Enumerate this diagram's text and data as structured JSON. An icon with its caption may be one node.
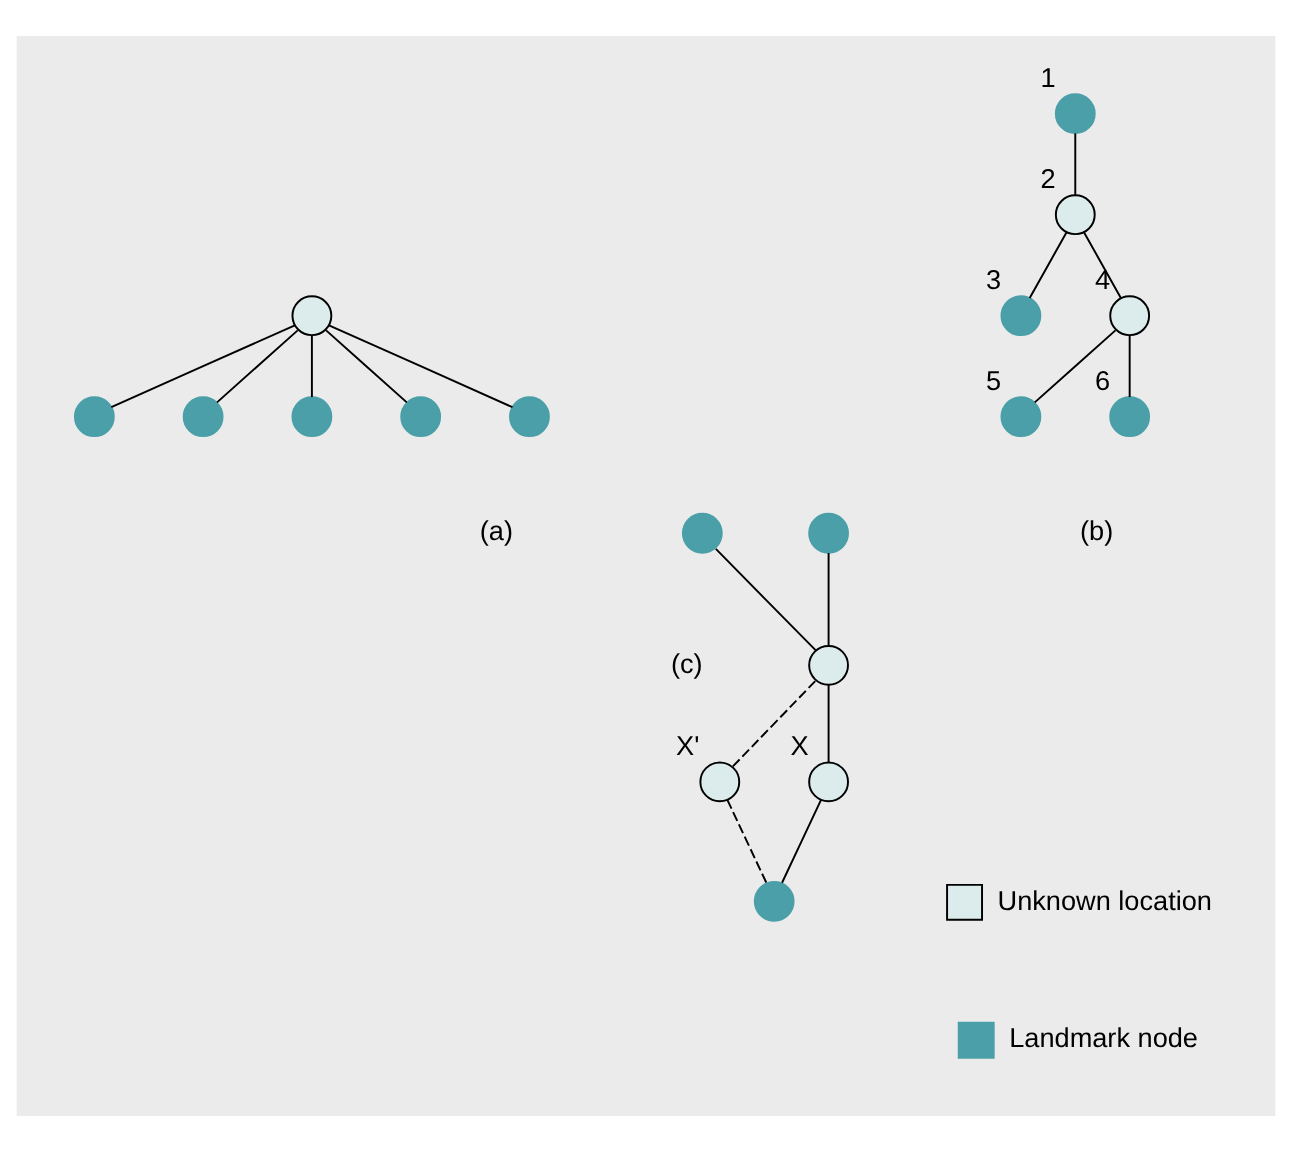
{
  "diagram": {
    "nodes": [
      {
        "text": [],
        "shape": "circle"
      },
      {
        "text": [],
        "shape": "circle"
      },
      {
        "text": [],
        "shape": "circle"
      },
      {
        "text": [],
        "shape": "circle"
      },
      {
        "text": [],
        "shape": "circle"
      },
      {
        "text": [],
        "shape": "circle"
      },
      {
        "text": [],
        "shape": "circle",
        "beside": [
          "1"
        ]
      },
      {
        "text": [],
        "shape": "circle",
        "beside": [
          "2"
        ]
      },
      {
        "text": [],
        "shape": "circle",
        "beside": [
          "3"
        ]
      },
      {
        "text": [],
        "shape": "circle",
        "beside": [
          "4"
        ]
      },
      {
        "text": [],
        "shape": "circle",
        "beside": [
          "5"
        ]
      },
      {
        "text": [],
        "shape": "circle",
        "beside": [
          "6"
        ]
      },
      {
        "text": [],
        "shape": "circle"
      },
      {
        "text": [],
        "shape": "circle"
      },
      {
        "text": [],
        "shape": "circle"
      },
      {
        "text": [],
        "shape": "circle",
        "beside": [
          "X'"
        ]
      },
      {
        "text": [],
        "shape": "circle",
        "beside": [
          "X"
        ]
      },
      {
        "text": [],
        "shape": "circle"
      }
    ],
    "edges": [
      {
        "from": 0,
        "to": 1,
        "arrow": "none"
      },
      {
        "from": 0,
        "to": 2,
        "arrow": "none"
      },
      {
        "from": 0,
        "to": 3,
        "arrow": "none"
      },
      {
        "from": 0,
        "to": 4,
        "arrow": "none"
      },
      {
        "from": 0,
        "to": 5,
        "arrow": "none"
      },
      {
        "from": 6,
        "to": 7,
        "arrow": "none"
      },
      {
        "from": 7,
        "to": 8,
        "arrow": "none"
      },
      {
        "from": 7,
        "to": 9,
        "arrow": "none"
      },
      {
        "from": 9,
        "to": 10,
        "arrow": "none"
      },
      {
        "from": 9,
        "to": 11,
        "arrow": "none"
      },
      {
        "from": 12,
        "to": 14,
        "arrow": "none"
      },
      {
        "from": 13,
        "to": 14,
        "arrow": "none"
      },
      {
        "from": 14,
        "to": 16,
        "arrow": "none"
      },
      {
        "from": 16,
        "to": 17,
        "arrow": "none"
      },
      {
        "from": 14,
        "to": 15,
        "arrow": "none",
        "style": "dashed"
      },
      {
        "from": 15,
        "to": 17,
        "arrow": "none",
        "style": "dashed"
      }
    ],
    "labels": [
      "(a)",
      "(b)",
      "(c)"
    ],
    "legend": [
      {
        "text": "Unknown location",
        "color": "#dcecec"
      },
      {
        "text": "Landmark node",
        "color": "#4a9fa8"
      }
    ]
  }
}
